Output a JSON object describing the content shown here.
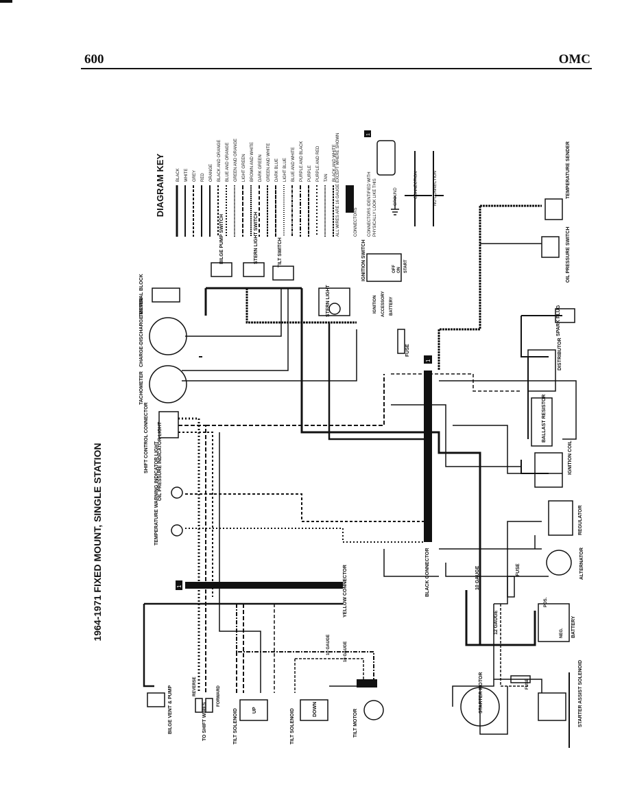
{
  "header": {
    "page_number": "600",
    "publisher": "OMC"
  },
  "title": "1964-1971 FIXED MOUNT, SINGLE STATION",
  "key": {
    "title": "DIAGRAM KEY",
    "entries": [
      "BLACK",
      "WHITE",
      "GREY",
      "RED",
      "ORANGE",
      "BLACK AND ORANGE",
      "BLUE AND ORANGE",
      "GREEN AND ORANGE",
      "LIGHT GREEN",
      "BROWN AND WHITE",
      "DARK GREEN",
      "GREEN AND WHITE",
      "DARK BLUE",
      "LIGHT BLUE",
      "BLUE AND WHITE",
      "PURPLE AND BLACK",
      "PURPLE",
      "PURPLE AND RED",
      "TAN",
      "BLACK AND WHITE"
    ],
    "note_gauge": "ALL WIRES ARE 16 GAUGE EXCEPT WHERE SHOWN",
    "connectors": "CONNECTORS",
    "connectors_note": "CONNECTORS IDENTIFIED WITH",
    "connectors_note_2": "PHYSICALLY LOOK LIKE THIS",
    "connectors_marker": "1",
    "ground": "GROUND",
    "connection": "CONNECTION",
    "no_connection": "NO CONNECTION"
  },
  "labels": {
    "terminal_block": "TERMINAL BLOCK",
    "charge_meter": "CHARGE-DISCHARGE METER",
    "tachometer": "TACHOMETER",
    "shift_connector": "SHIFT CONTROL CONNECTOR",
    "oil_light": "OIL PRESSURE INDICATOR LIGHT",
    "temp_light": "TEMPERATURE WARNING INDICATOR LIGHT",
    "yellow_connector": "YELLOW CONNECTOR",
    "black_connector": "BLACK CONNECTOR",
    "bilge_switch": "BILGE PUMP SWITCH",
    "stern_switch": "STERN LIGHT SWITCH",
    "tilt_switch": "TILT SWITCH",
    "stern_light": "STERN LIGHT",
    "ignition_switch": "IGNITION SWITCH",
    "switch_off": "OFF",
    "switch_on": "ON",
    "switch_start": "START",
    "term_ignition": "IGNITION",
    "term_accessory": "ACCESSORY",
    "term_battery": "BATTERY",
    "fuse": "FUSE",
    "temp_sender": "TEMPERATURE SENDER",
    "oil_switch": "OIL PRESSURE SWITCH",
    "spark_plug": "SPARK PLUG",
    "distributor": "DISTRIBUTOR",
    "ballast": "BALLAST RESISTOR",
    "ign_coil": "IGNITION COIL",
    "regulator": "REGULATOR",
    "alternator": "ALTERNATOR",
    "battery": "BATTERY",
    "batt_pos": "POS.",
    "batt_neg": "NEG.",
    "gauge10": "10 GAUGE",
    "gauge12": "12 GAUGE",
    "starter_motor": "STARTER MOTOR",
    "starter_solenoid": "STARTER ASSIST SOLENOID",
    "bilge_vent": "BILGE VENT & PUMP",
    "shift_wires": "TO SHIFT WIRES",
    "reverse": "REVERSE",
    "forward": "FORWARD",
    "tilt_solenoid": "TILT SOLENOID",
    "up": "UP",
    "down": "DOWN",
    "tilt_motor": "TILT MOTOR",
    "marker": "1"
  }
}
